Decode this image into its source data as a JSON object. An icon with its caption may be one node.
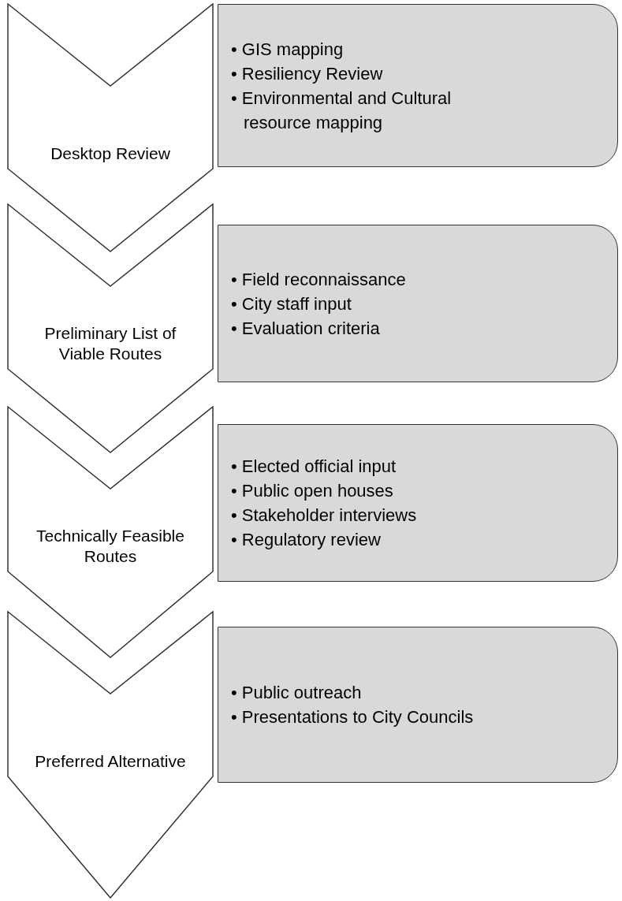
{
  "diagram": {
    "nodes": [
      {
        "text": [
          "Desktop Review"
        ]
      },
      {
        "text": [
          "• GIS mapping",
          "• Resiliency Review",
          "• Environmental and Cultural resource mapping"
        ]
      },
      {
        "text": [
          "Preliminary List of Viable Routes"
        ]
      },
      {
        "text": [
          "• Field reconnaissance",
          "• City staff input",
          "• Evaluation criteria"
        ]
      },
      {
        "text": [
          "Technically Feasible Routes"
        ]
      },
      {
        "text": [
          "• Elected official input",
          "• Public open houses",
          "• Stakeholder interviews",
          "• Regulatory review"
        ]
      },
      {
        "text": [
          "Preferred Alternative"
        ]
      },
      {
        "text": [
          "• Public outreach",
          "• Presentations to City Councils"
        ]
      }
    ]
  }
}
